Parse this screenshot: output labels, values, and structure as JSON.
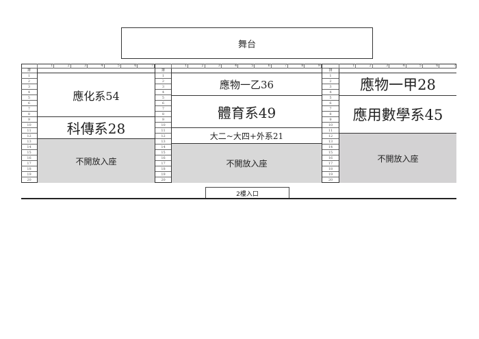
{
  "stage": {
    "label": "舞台"
  },
  "row_header_label": "排",
  "row_numbers": [
    "1",
    "2",
    "3",
    "4",
    "5",
    "6",
    "7",
    "8",
    "9",
    "10",
    "11",
    "12",
    "13",
    "14",
    "15",
    "16",
    "17",
    "18",
    "19",
    "20"
  ],
  "sections": {
    "left": {
      "column_numbers": [
        "1",
        "2",
        "3",
        "4",
        "5",
        "6",
        "7"
      ],
      "blocks": [
        {
          "label": "應化系54",
          "rows": "1-8",
          "status": "assigned"
        },
        {
          "label": "科傳系28",
          "rows": "9-12",
          "status": "assigned"
        },
        {
          "label": "不開放入座",
          "rows": "13-20",
          "status": "closed"
        }
      ]
    },
    "middle": {
      "column_numbers": [
        "1",
        "2",
        "3",
        "4",
        "5",
        "6",
        "7",
        "8",
        "9"
      ],
      "blocks": [
        {
          "label": "應物一乙36",
          "rows": "1-4",
          "status": "assigned"
        },
        {
          "label": "體育系49",
          "rows": "5-10",
          "status": "assigned"
        },
        {
          "label": "大二~大四+外系21",
          "rows": "11-13",
          "status": "assigned"
        },
        {
          "label": "不開放入座",
          "rows": "14-20",
          "status": "closed"
        }
      ]
    },
    "right": {
      "column_numbers": [
        "1",
        "2",
        "3",
        "4",
        "5",
        "6",
        "7"
      ],
      "blocks": [
        {
          "label": "應物一甲28",
          "rows": "1-4",
          "status": "assigned"
        },
        {
          "label": "應用數學系45",
          "rows": "5-11",
          "status": "assigned"
        },
        {
          "label": "不開放入座",
          "rows": "12-20",
          "status": "closed"
        }
      ]
    }
  },
  "entrance": {
    "label": "2樓入口"
  },
  "colors": {
    "closed_fill": "#d8d8d8",
    "line": "#333333",
    "background": "#ffffff"
  }
}
